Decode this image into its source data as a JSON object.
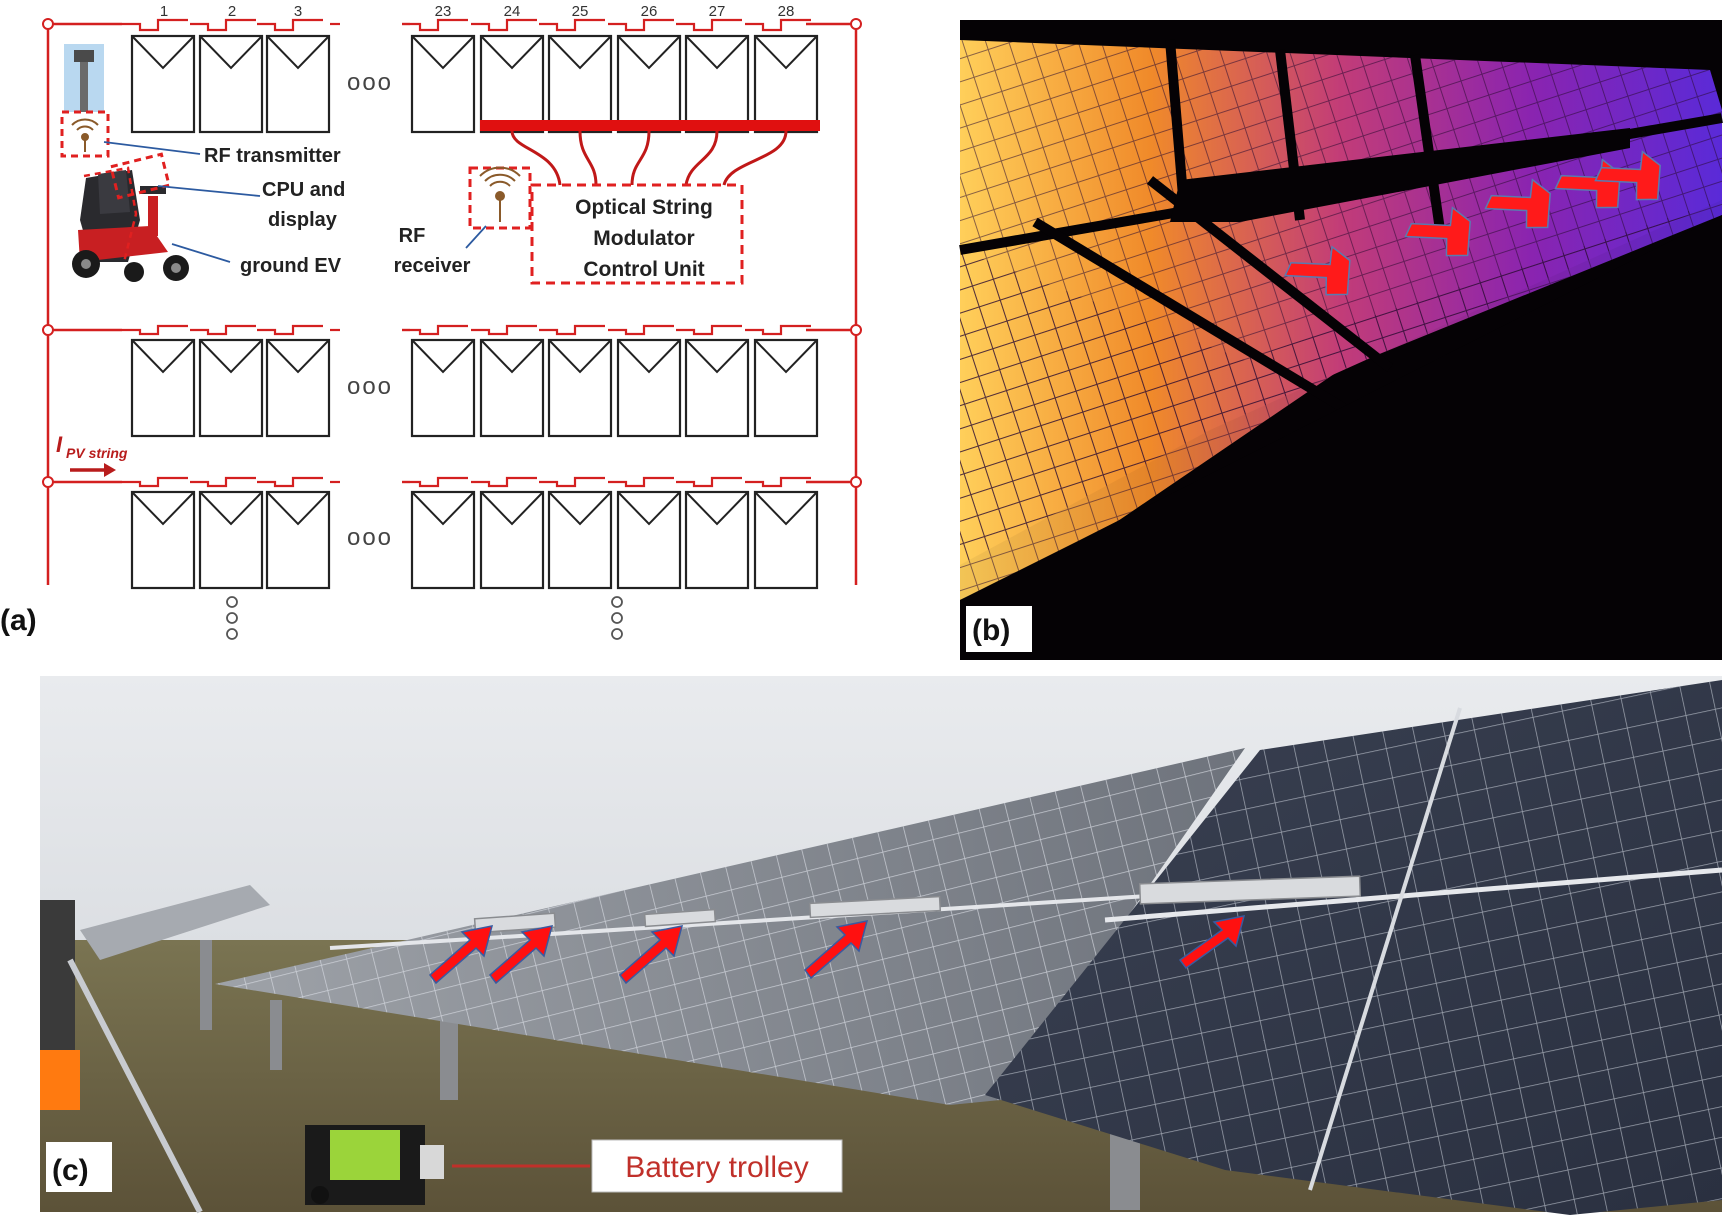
{
  "panel_a": {
    "label": "(a)",
    "module_numbers": [
      "1",
      "2",
      "3",
      "23",
      "24",
      "25",
      "26",
      "27",
      "28"
    ],
    "ellipsis": "ooo",
    "rf_transmitter": "RF transmitter",
    "cpu_line1": "CPU and",
    "cpu_line2": "display",
    "ground_ev": "ground EV",
    "rf_receiver_line1": "RF",
    "rf_receiver_line2": "receiver",
    "osm_line1": "Optical String",
    "osm_line2": "Modulator",
    "osm_line3": "Control Unit",
    "current_symbol": "I",
    "current_subscript": "PV string",
    "colors": {
      "wire": "#d42020",
      "module": "#222222",
      "dashed": "#e02020",
      "bar": "#e01010"
    }
  },
  "panel_b": {
    "label": "(b)"
  },
  "panel_c": {
    "label": "(c)",
    "battery_trolley": "Battery trolley",
    "battery_trolley_color": "#c0302a"
  }
}
